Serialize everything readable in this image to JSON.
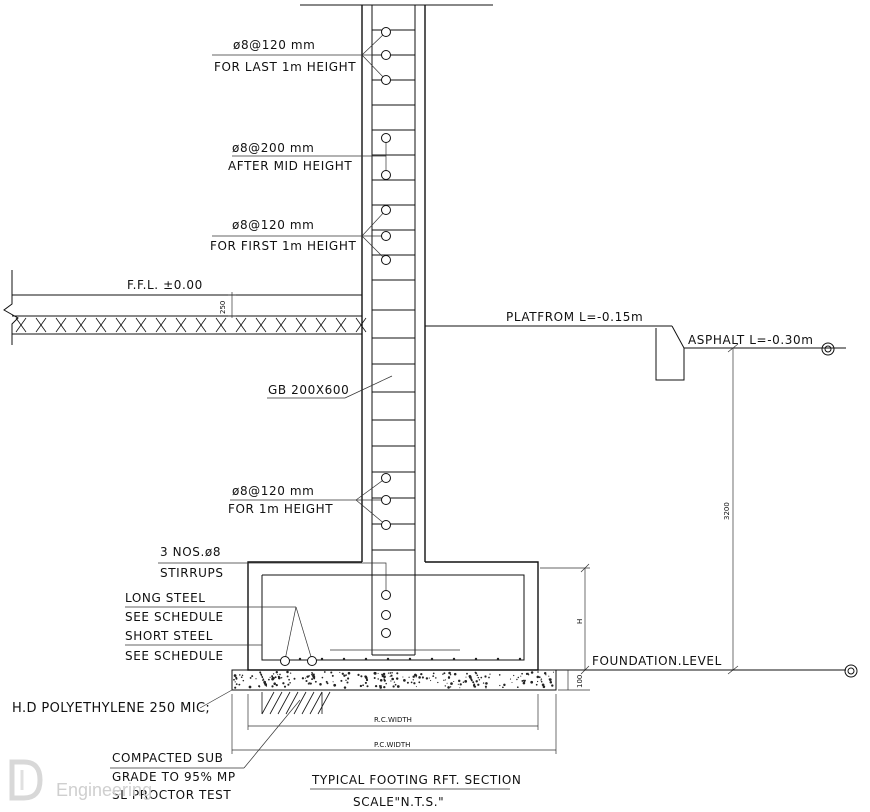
{
  "labels": {
    "spacing_last_1": "ø8@120 mm",
    "spacing_last_2": "FOR LAST 1m HEIGHT",
    "spacing_mid_1": "ø8@200 mm",
    "spacing_mid_2": "AFTER MID HEIGHT",
    "spacing_first_1": "ø8@120 mm",
    "spacing_first_2": "FOR FIRST 1m HEIGHT",
    "ffl": "F.F.L. ±0.00",
    "dim_250": "250",
    "platform": "PLATFROM L=-0.15m",
    "asphalt": "ASPHALT L=-0.30m",
    "grade_beam": "GB 200X600",
    "dim_3200": "3200",
    "spacing_bottom_1": "ø8@120 mm",
    "spacing_bottom_2": "FOR 1m HEIGHT",
    "stirrups_1": "3 NOS.ø8",
    "stirrups_2": "STIRRUPS",
    "long_steel_1": "LONG STEEL",
    "long_steel_2": "SEE SCHEDULE",
    "short_steel_1": "SHORT STEEL",
    "short_steel_2": "SEE SCHEDULE",
    "dim_h": "H",
    "foundation_level": "FOUNDATION.LEVEL",
    "dim_100": "100",
    "polyethylene": "H.D POLYETHYLENE 250 MIC;",
    "rc_width": "R.C.WIDTH",
    "pc_width": "P.C.WIDTH",
    "compacted_1": "COMPACTED SUB",
    "compacted_2": "GRADE TO 95% MP",
    "compacted_3": "SL PROCTOR TEST",
    "title": "TYPICAL FOOTING RFT. SECTION",
    "scale": "SCALE\"N.T.S.\"",
    "watermark": "Engineering"
  }
}
